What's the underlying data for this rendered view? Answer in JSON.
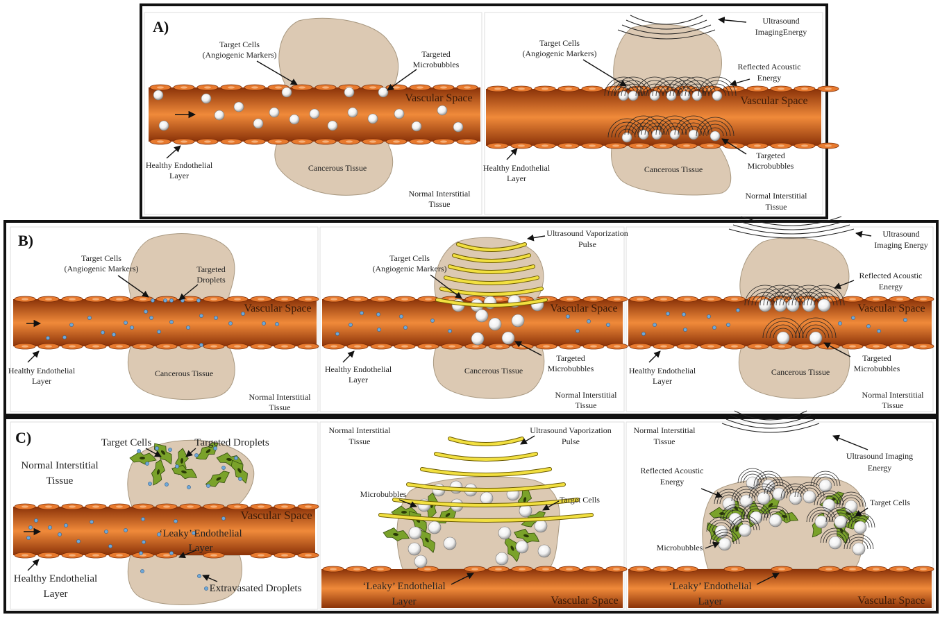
{
  "panels": {
    "A": {
      "tag": "A)",
      "left": {
        "target_cells": [
          "Target Cells",
          "(Angiogenic Markers)"
        ],
        "targeted_microbubbles": [
          "Targeted",
          "Microbubbles"
        ],
        "vascular_space": "Vascular Space",
        "healthy_endothelial": [
          "Healthy Endothelial",
          "Layer"
        ],
        "cancerous_tissue": "Cancerous Tissue",
        "normal_interstitial": [
          "Normal Interstitial",
          "Tissue"
        ]
      },
      "right": {
        "ultrasound": [
          "Ultrasound",
          "ImagingEnergy"
        ],
        "target_cells": [
          "Target Cells",
          "(Angiogenic Markers)"
        ],
        "reflected": [
          "Reflected Acoustic",
          "Energy"
        ],
        "vascular_space": "Vascular Space",
        "targeted_microbubbles": [
          "Targeted",
          "Microbubbles"
        ],
        "healthy_endothelial": [
          "Healthy Endothelial",
          "Layer"
        ],
        "cancerous_tissue": "Cancerous Tissue",
        "normal_interstitial": [
          "Normal Interstitial",
          "Tissue"
        ]
      }
    },
    "B": {
      "tag": "B)",
      "left": {
        "target_cells": [
          "Target Cells",
          "(Angiogenic Markers)"
        ],
        "targeted_droplets": [
          "Targeted",
          "Droplets"
        ],
        "vascular_space": "Vascular Space",
        "healthy_endothelial": [
          "Healthy Endothelial",
          "Layer"
        ],
        "cancerous_tissue": "Cancerous Tissue",
        "normal_interstitial": [
          "Normal Interstitial",
          "Tissue"
        ]
      },
      "middle": {
        "vaporization": [
          "Ultrasound Vaporization",
          "Pulse"
        ],
        "target_cells": [
          "Target Cells",
          "(Angiogenic Markers)"
        ],
        "vascular_space": "Vascular Space",
        "targeted_microbubbles": [
          "Targeted",
          "Microbubbles"
        ],
        "healthy_endothelial": [
          "Healthy Endothelial",
          "Layer"
        ],
        "cancerous_tissue": "Cancerous Tissue",
        "normal_interstitial": [
          "Normal Interstitial",
          "Tissue"
        ]
      },
      "right": {
        "ultrasound": [
          "Ultrasound",
          "Imaging Energy"
        ],
        "reflected": [
          "Reflected Acoustic",
          "Energy"
        ],
        "vascular_space": "Vascular Space",
        "targeted_microbubbles": [
          "Targeted",
          "Microbubbles"
        ],
        "healthy_endothelial": [
          "Healthy Endothelial",
          "Layer"
        ],
        "cancerous_tissue": "Cancerous Tissue",
        "normal_interstitial": [
          "Normal Interstitial",
          "Tissue"
        ]
      }
    },
    "C": {
      "tag": "C)",
      "left": {
        "target_cells": "Target Cells",
        "targeted_droplets": "Targeted Droplets",
        "normal_interstitial": [
          "Normal Interstitial",
          "Tissue"
        ],
        "vascular_space": "Vascular Space",
        "leaky": [
          "‘Leaky’ Endothelial",
          "Layer"
        ],
        "healthy_endothelial": [
          "Healthy Endothelial",
          "Layer"
        ],
        "extravasated": "Extravasated Droplets"
      },
      "middle": {
        "normal_interstitial": [
          "Normal Interstitial",
          "Tissue"
        ],
        "vaporization": [
          "Ultrasound Vaporization",
          "Pulse"
        ],
        "microbubbles": "Microbubbles",
        "target_cells": "Target Cells",
        "leaky": [
          "‘Leaky’ Endothelial",
          "Layer"
        ],
        "vascular_space": "Vascular Space"
      },
      "right": {
        "normal_interstitial": [
          "Normal Interstitial",
          "Tissue"
        ],
        "ultrasound": [
          "Ultrasound Imaging",
          "Energy"
        ],
        "reflected": [
          "Reflected Acoustic",
          "Energy"
        ],
        "target_cells": "Target Cells",
        "microbubbles": "Microbubbles",
        "leaky": [
          "‘Leaky’ Endothelial",
          "Layer"
        ],
        "vascular_space": "Vascular Space"
      }
    }
  },
  "colors": {
    "vessel_dark": "#8a3208",
    "vessel_light": "#f08a3a",
    "tissue": "#dcc9b3",
    "droplet": "#6fa8d8",
    "vapor_pulse": "#f2e040",
    "cell_green": "#7aa22a"
  }
}
